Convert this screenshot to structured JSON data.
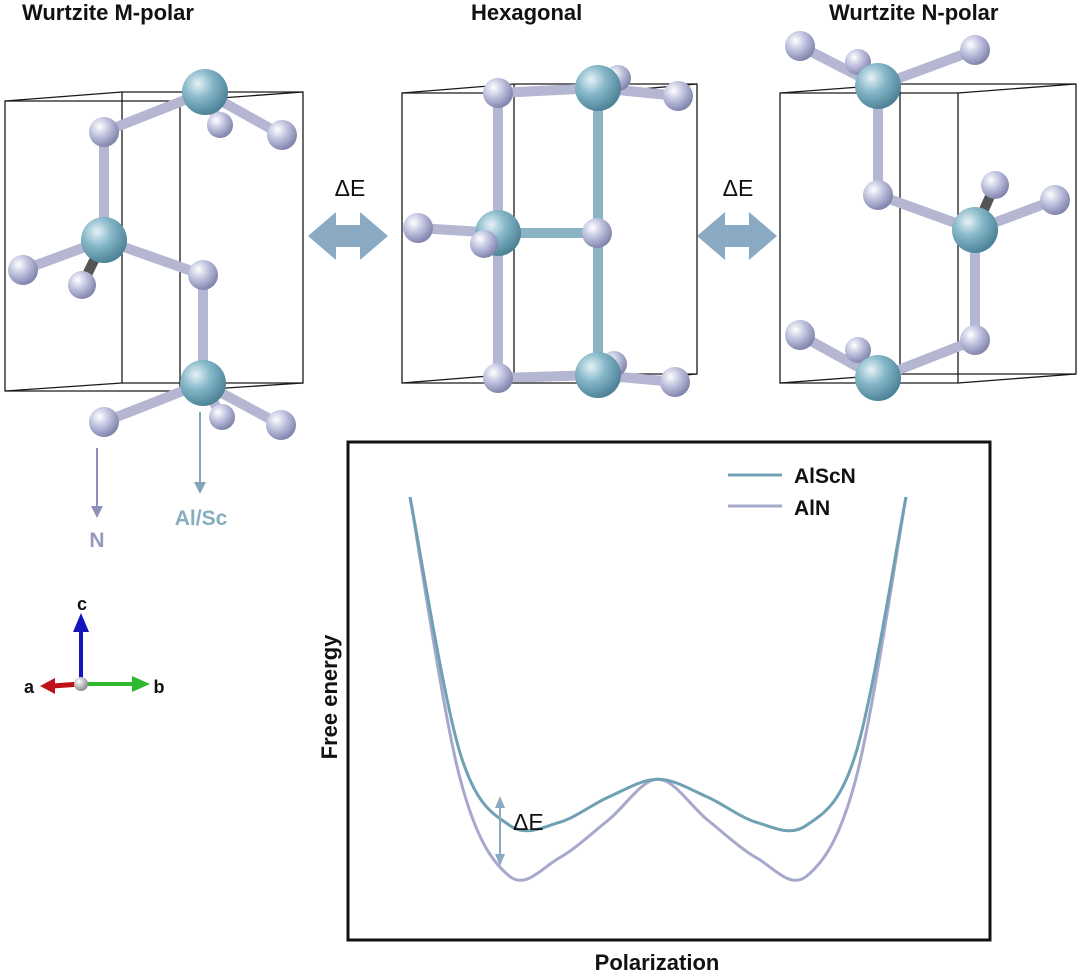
{
  "structures": {
    "left_title": "Wurtzite M-polar",
    "center_title": "Hexagonal",
    "right_title": "Wurtzite N-polar"
  },
  "transition": {
    "delta_label": "ΔE"
  },
  "legend_atoms": {
    "n_label": "N",
    "metal_label": "Al/Sc"
  },
  "axes_triad": {
    "a": "a",
    "b": "b",
    "c": "c"
  },
  "energy_plot": {
    "ylabel": "Free energy",
    "xlabel": "Polarization",
    "delta_label": "ΔE",
    "series": [
      {
        "name": "AlScN",
        "color": "#6fa0b4"
      },
      {
        "name": "AlN",
        "color": "#a6a8cc"
      }
    ]
  },
  "colors": {
    "metal_atom": "#79aec0",
    "n_atom": "#b9bcd8",
    "bond_metal": "#8ab4c4",
    "bond_n": "#b4b6d2",
    "arrow_fill": "#8aa9c2",
    "axis_a": "#c0101a",
    "axis_b": "#2fb82f",
    "axis_c": "#1515c0"
  },
  "chart_data": {
    "type": "line",
    "title": "",
    "xlabel": "Polarization",
    "ylabel": "Free energy",
    "x": [
      -1.0,
      -0.8,
      -0.6,
      -0.4,
      -0.2,
      0.0,
      0.2,
      0.4,
      0.6,
      0.8,
      1.0
    ],
    "series": [
      {
        "name": "AlScN",
        "values": [
          1.3,
          0.3,
          0.01,
          0.02,
          0.12,
          0.19,
          0.12,
          0.02,
          0.01,
          0.3,
          1.3
        ]
      },
      {
        "name": "AlN",
        "values": [
          1.3,
          0.2,
          -0.19,
          -0.12,
          0.03,
          0.19,
          0.03,
          -0.12,
          -0.19,
          0.2,
          1.3
        ]
      }
    ],
    "annotations": [
      "ΔE"
    ],
    "grid": false,
    "legend": "top-right"
  }
}
